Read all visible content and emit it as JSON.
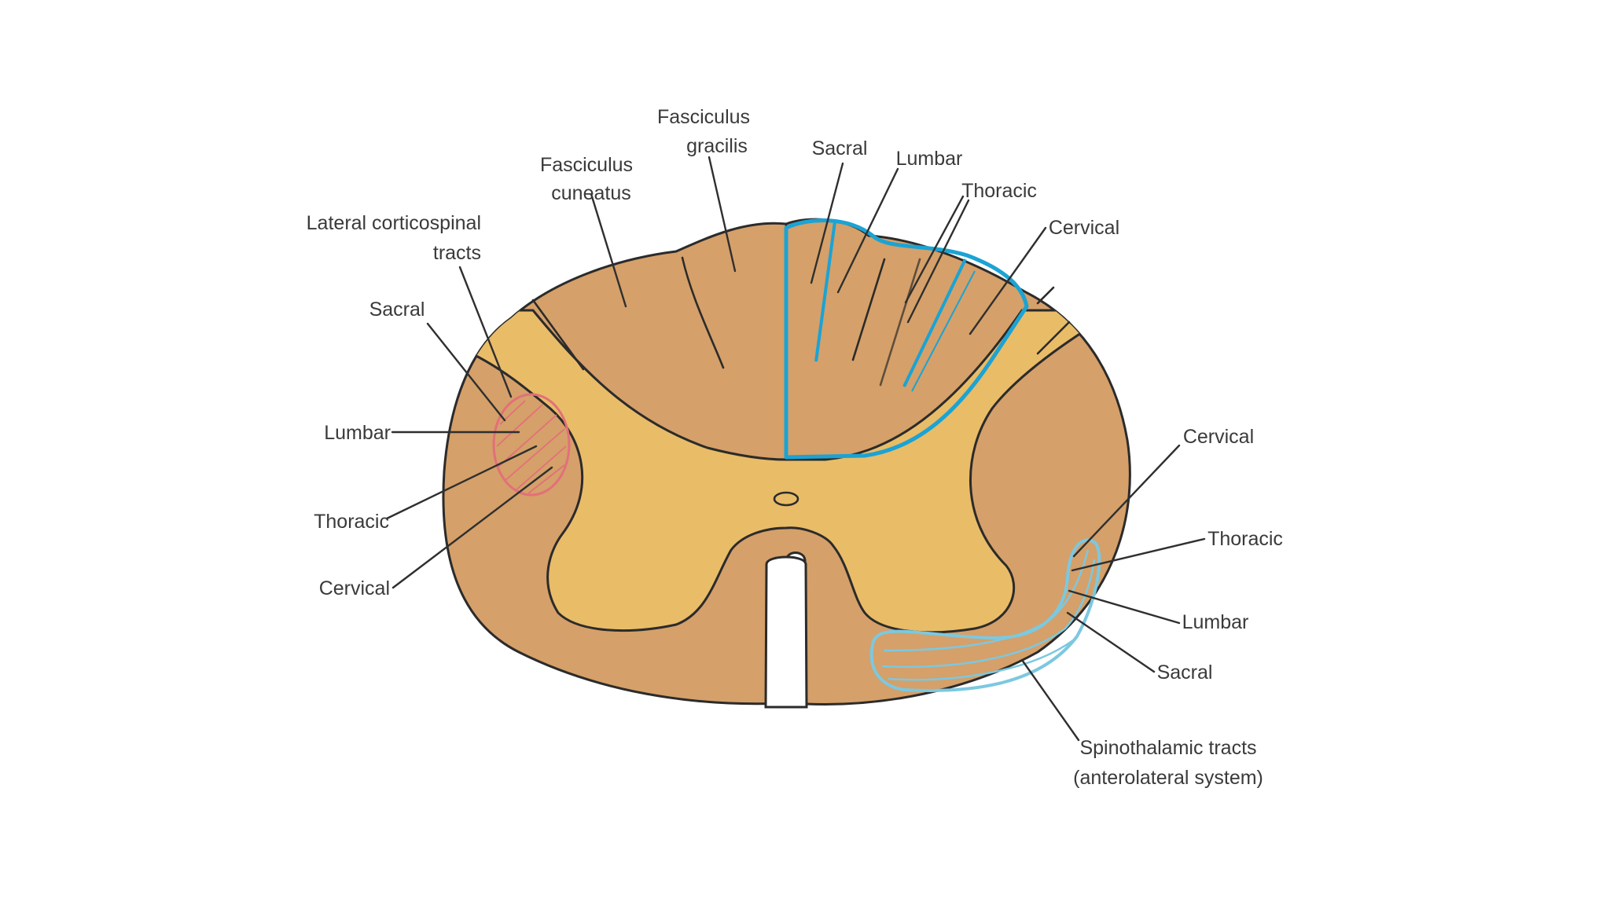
{
  "colors": {
    "white_matter": "#D5A069",
    "gray_matter": "#E9BC68",
    "outline": "#2B2B2B",
    "dorsal_column_highlight": "#1BA3D4",
    "corticospinal_highlight": "#E2707A",
    "spinothalamic_highlight": "#7CC8E0"
  },
  "labels": {
    "fasciculus_gracilis": [
      "Fasciculus",
      "gracilis"
    ],
    "fasciculus_cuneatus": [
      "Fasciculus",
      "cuneatus"
    ],
    "lateral_corticospinal": [
      "Lateral corticospinal",
      "tracts"
    ],
    "dorsal_column": {
      "sacral": "Sacral",
      "lumbar": "Lumbar",
      "thoracic": "Thoracic",
      "cervical": "Cervical"
    },
    "corticospinal": {
      "sacral": "Sacral",
      "lumbar": "Lumbar",
      "thoracic": "Thoracic",
      "cervical": "Cervical"
    },
    "spinothalamic": {
      "cervical": "Cervical",
      "thoracic": "Thoracic",
      "lumbar": "Lumbar",
      "sacral": "Sacral"
    },
    "spinothalamic_tracts": [
      "Spinothalamic tracts",
      "(anterolateral system)"
    ]
  }
}
